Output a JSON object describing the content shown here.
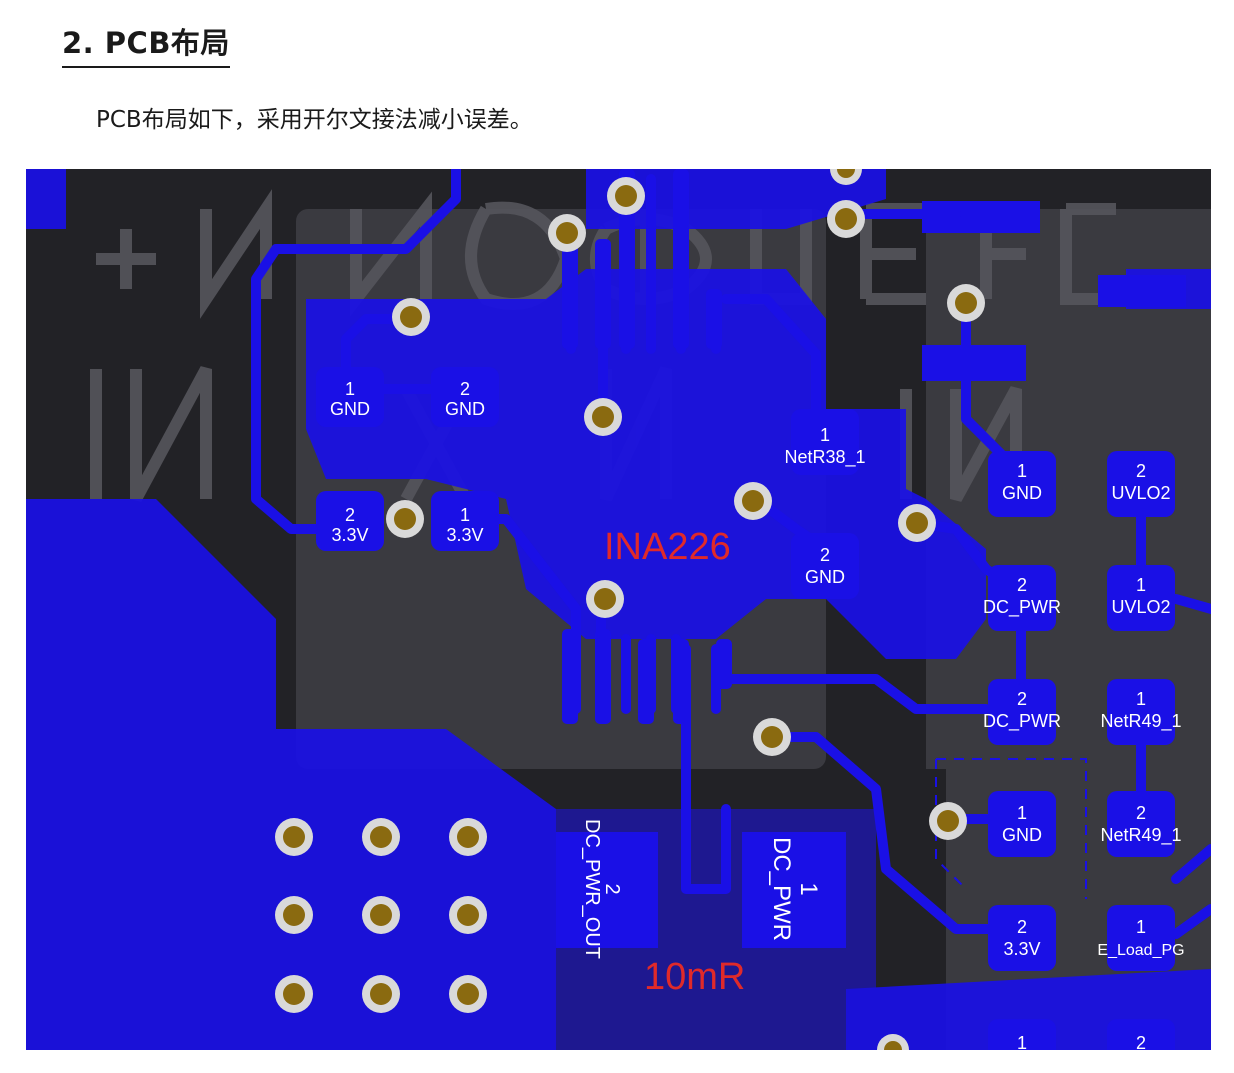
{
  "heading": "2. PCB布局",
  "paragraph": "PCB布局如下，采用开尔文接法减小误差。",
  "pcb": {
    "chip_label": "INA226",
    "resistor_label": "10mR",
    "colors": {
      "board": "#222226",
      "copper": "#1a10e6",
      "via_ring": "#d9d9d9",
      "via_hole": "#8a6a10",
      "silk": "#e02a2a"
    },
    "pads": [
      {
        "id": "gnd1",
        "num": "1",
        "net": "GND"
      },
      {
        "id": "gnd2",
        "num": "2",
        "net": "GND"
      },
      {
        "id": "v33a",
        "num": "2",
        "net": "3.3V"
      },
      {
        "id": "v33b",
        "num": "1",
        "net": "3.3V"
      },
      {
        "id": "netr38",
        "num": "1",
        "net": "NetR38_1"
      },
      {
        "id": "gnd_mid",
        "num": "2",
        "net": "GND"
      },
      {
        "id": "gnd_r1",
        "num": "1",
        "net": "GND"
      },
      {
        "id": "uvlo2a",
        "num": "2",
        "net": "UVLO2"
      },
      {
        "id": "dcpwr_a",
        "num": "2",
        "net": "DC_PWR"
      },
      {
        "id": "uvlo2b",
        "num": "1",
        "net": "UVLO2"
      },
      {
        "id": "dcpwr_b",
        "num": "2",
        "net": "DC_PWR"
      },
      {
        "id": "netr49a",
        "num": "1",
        "net": "NetR49_1"
      },
      {
        "id": "gnd_r2",
        "num": "1",
        "net": "GND"
      },
      {
        "id": "netr49b",
        "num": "2",
        "net": "NetR49_1"
      },
      {
        "id": "v33c",
        "num": "2",
        "net": "3.3V"
      },
      {
        "id": "eload",
        "num": "1",
        "net": "E_Load_PG"
      },
      {
        "id": "bot1",
        "num": "1",
        "net": ""
      },
      {
        "id": "bot2",
        "num": "2",
        "net": ""
      },
      {
        "id": "shunt_out",
        "num": "2",
        "net": "DC_PWR_OUT"
      },
      {
        "id": "shunt_in",
        "num": "1",
        "net": "DC_PWR"
      }
    ]
  }
}
